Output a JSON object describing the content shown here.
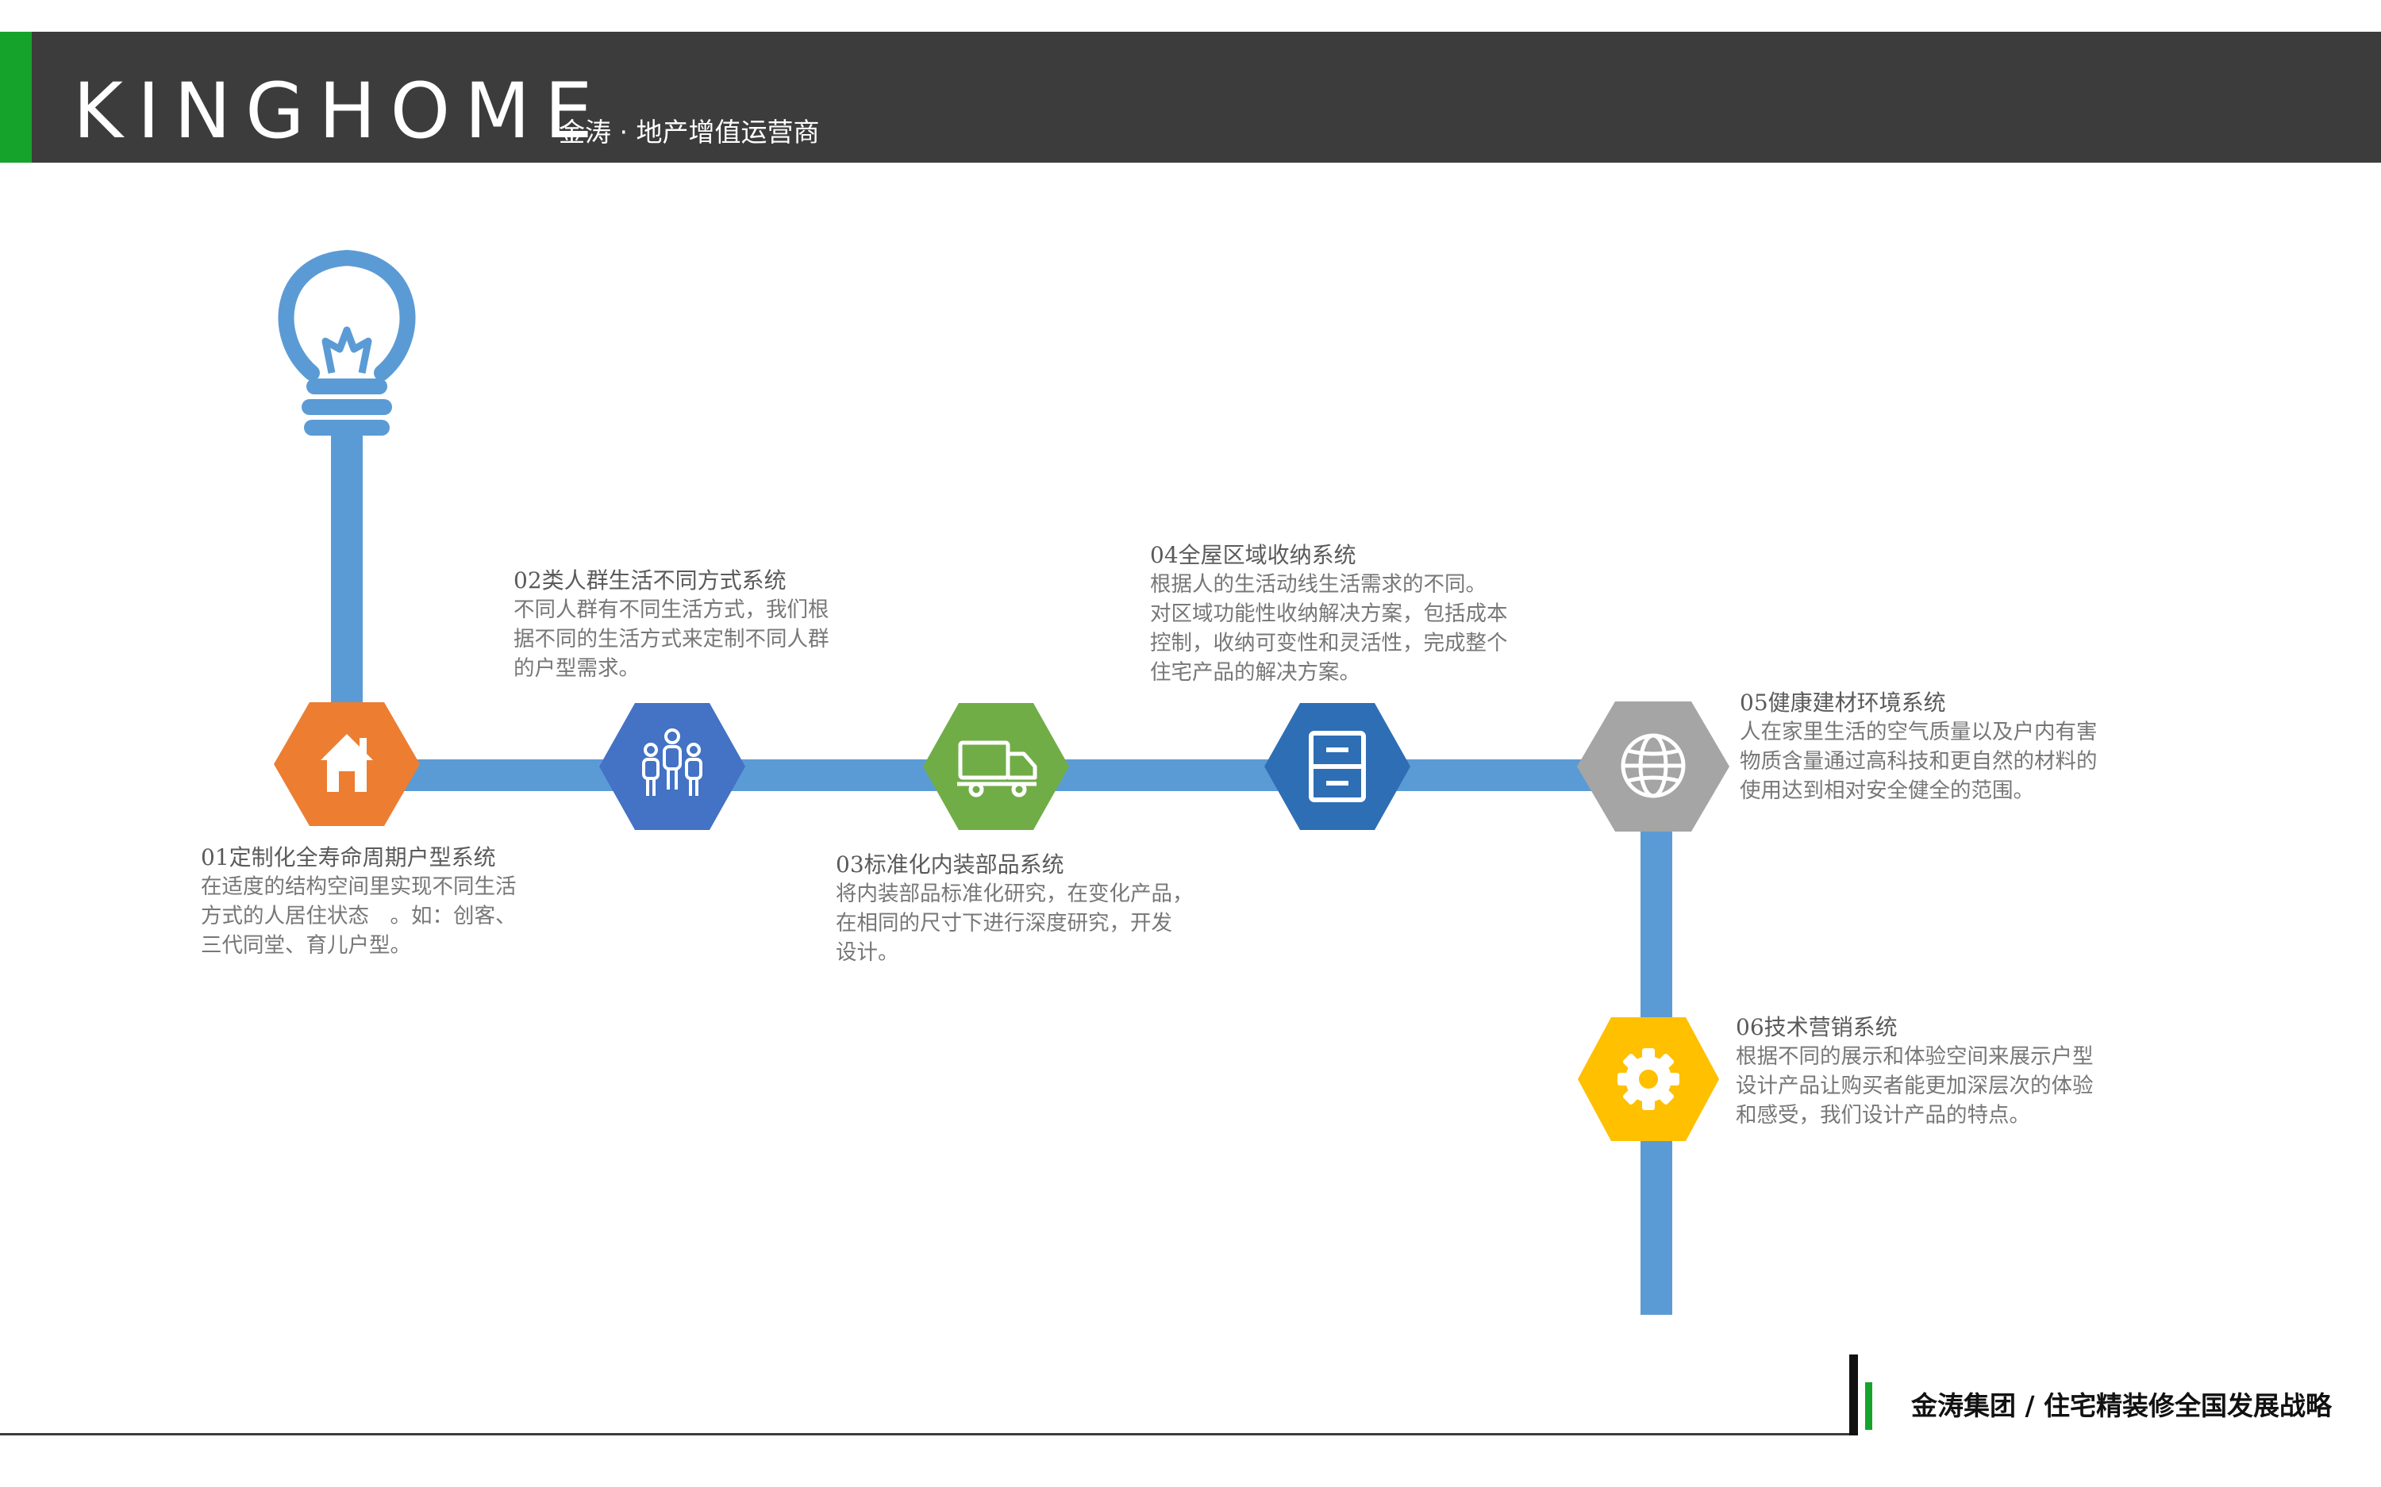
{
  "header": {
    "brand": "KINGHOME",
    "subtitle": "金涛 · 地产增值运营商"
  },
  "colors": {
    "header_bg": "#3c3c3c",
    "accent_green": "#16a32c",
    "connector_blue": "#5b9bd5",
    "step1": "#ed7d31",
    "step2": "#4472c4",
    "step3": "#70ad47",
    "step4": "#2e6eb5",
    "step5": "#a5a5a5",
    "step6": "#ffc000"
  },
  "steps": [
    {
      "title": "01定制化全寿命周期户型系统",
      "lines": [
        "在适度的结构空间里实现不同生活",
        "方式的人居住状态　。如：创客、",
        "三代同堂、育儿户型。"
      ],
      "icon": "house-icon"
    },
    {
      "title": "02类人群生活不同方式系统",
      "lines": [
        "不同人群有不同生活方式，我们根",
        "据不同的生活方式来定制不同人群",
        "的户型需求。"
      ],
      "icon": "people-icon"
    },
    {
      "title": "03标准化内装部品系统",
      "lines": [
        "将内装部品标准化研究，在变化产品，",
        "在相同的尺寸下进行深度研究，开发",
        "设计。"
      ],
      "icon": "truck-icon"
    },
    {
      "title": "04全屋区域收纳系统",
      "lines": [
        "根据人的生活动线生活需求的不同。",
        "对区域功能性收纳解决方案，包括成本",
        "控制，收纳可变性和灵活性，完成整个",
        "住宅产品的解决方案。"
      ],
      "icon": "cabinet-icon"
    },
    {
      "title": "05健康建材环境系统",
      "lines": [
        "人在家里生活的空气质量以及户内有害",
        "物质含量通过高科技和更自然的材料的",
        "使用达到相对安全健全的范围。"
      ],
      "icon": "globe-icon"
    },
    {
      "title": "06技术营销系统",
      "lines": [
        "根据不同的展示和体验空间来展示户型",
        "设计产品让购买者能更加深层次的体验",
        "和感受，我们设计产品的特点。"
      ],
      "icon": "gear-icon"
    }
  ],
  "footer": {
    "text": "金涛集团 / 住宅精装修全国发展战略"
  }
}
